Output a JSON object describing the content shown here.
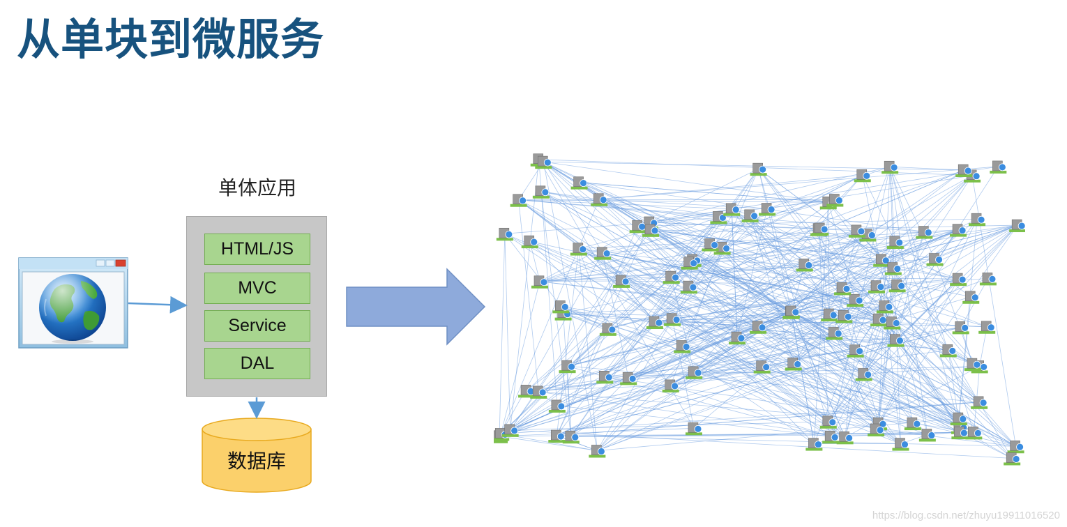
{
  "title": "从单块到微服务",
  "monolith": {
    "label": "单体应用",
    "layers": [
      "HTML/JS",
      "MVC",
      "Service",
      "DAL"
    ]
  },
  "database": {
    "label": "数据库"
  },
  "icons": {
    "client": "browser-globe-icon",
    "storage": "database-cylinder-icon",
    "transition": "right-arrow-icon",
    "microservices": "service-dependency-graph"
  },
  "colors": {
    "title": "#17527e",
    "layer_fill": "#a8d58f",
    "layer_border": "#72ad51",
    "monolith_fill": "#c7c7c7",
    "database_fill": "#fbd06b",
    "arrow_fill": "#8eaadb",
    "graph_edge": "#6d9fe0",
    "graph_node_base": "#7cc04a"
  },
  "watermark": "https://blog.csdn.net/zhuyu19911016520"
}
